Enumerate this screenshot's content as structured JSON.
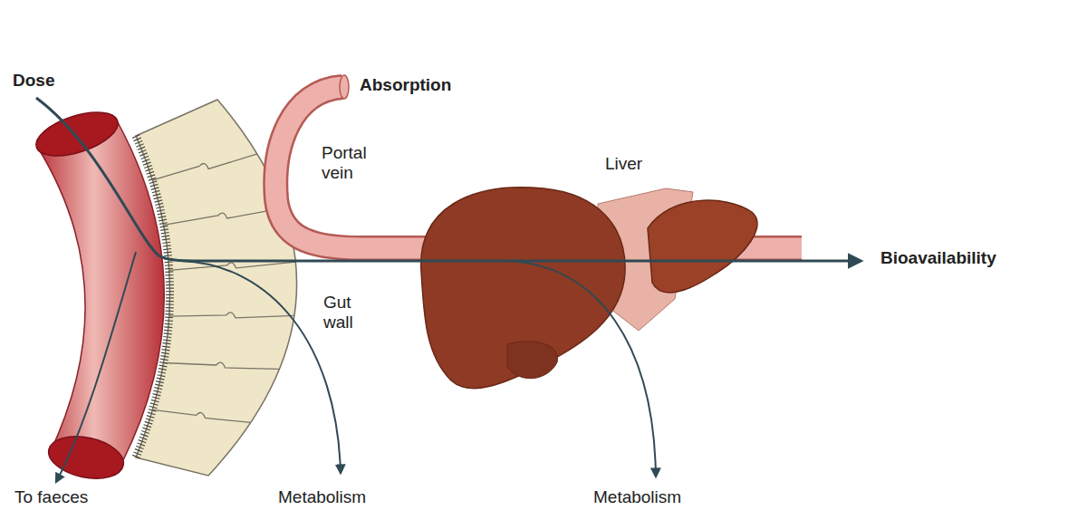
{
  "diagram": {
    "labels": [
      "Dose",
      "Absorption",
      "Portal vein",
      "Liver",
      "Gut wall",
      "Bioavailability",
      "To faeces",
      "Metabolism",
      "Metabolism"
    ]
  }
}
